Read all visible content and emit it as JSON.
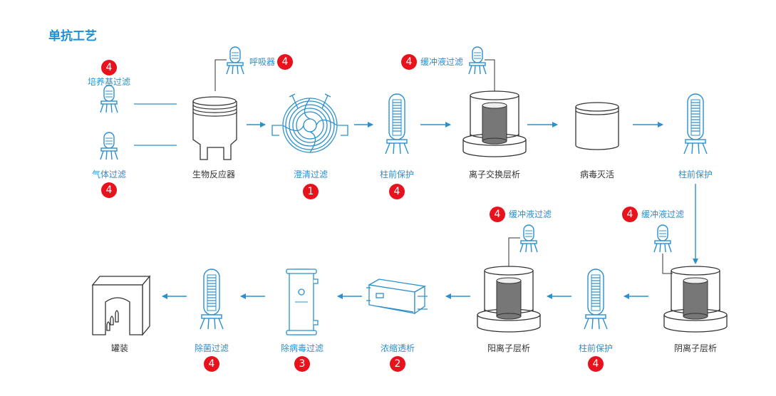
{
  "title": "单抗工艺",
  "colors": {
    "accent": "#2a90cf",
    "badge": "#e8121d",
    "text": "#333333"
  },
  "labels": {
    "medium_filter": "培养基过滤",
    "gas_filter": "气体过滤",
    "bioreactor": "生物反应器",
    "breathing": "呼吸器",
    "clarification": "澄清过滤",
    "column_protect_1": "柱前保护",
    "buffer_filter_1": "缓冲液过滤",
    "ion_exchange": "离子交换层析",
    "virus_inactivation": "病毒灭活",
    "column_protect_2": "柱前保护",
    "buffer_filter_2": "缓冲液过滤",
    "buffer_filter_3": "缓冲液过滤",
    "anion": "阴离子层析",
    "column_protect_3": "柱前保护",
    "cation": "阳离子层析",
    "ultrafiltration": "浓缩透析",
    "virus_filter": "除病毒过滤",
    "sterile_filter": "除菌过滤",
    "filling": "罐装"
  },
  "badges": {
    "medium_filter": "4",
    "gas_filter": "4",
    "breathing": "4",
    "clarification": "1",
    "column_protect_1": "4",
    "buffer_filter_1": "4",
    "buffer_filter_2": "4",
    "buffer_filter_3": "4",
    "column_protect_3": "4",
    "ultrafiltration": "2",
    "virus_filter": "3",
    "sterile_filter": "4"
  }
}
